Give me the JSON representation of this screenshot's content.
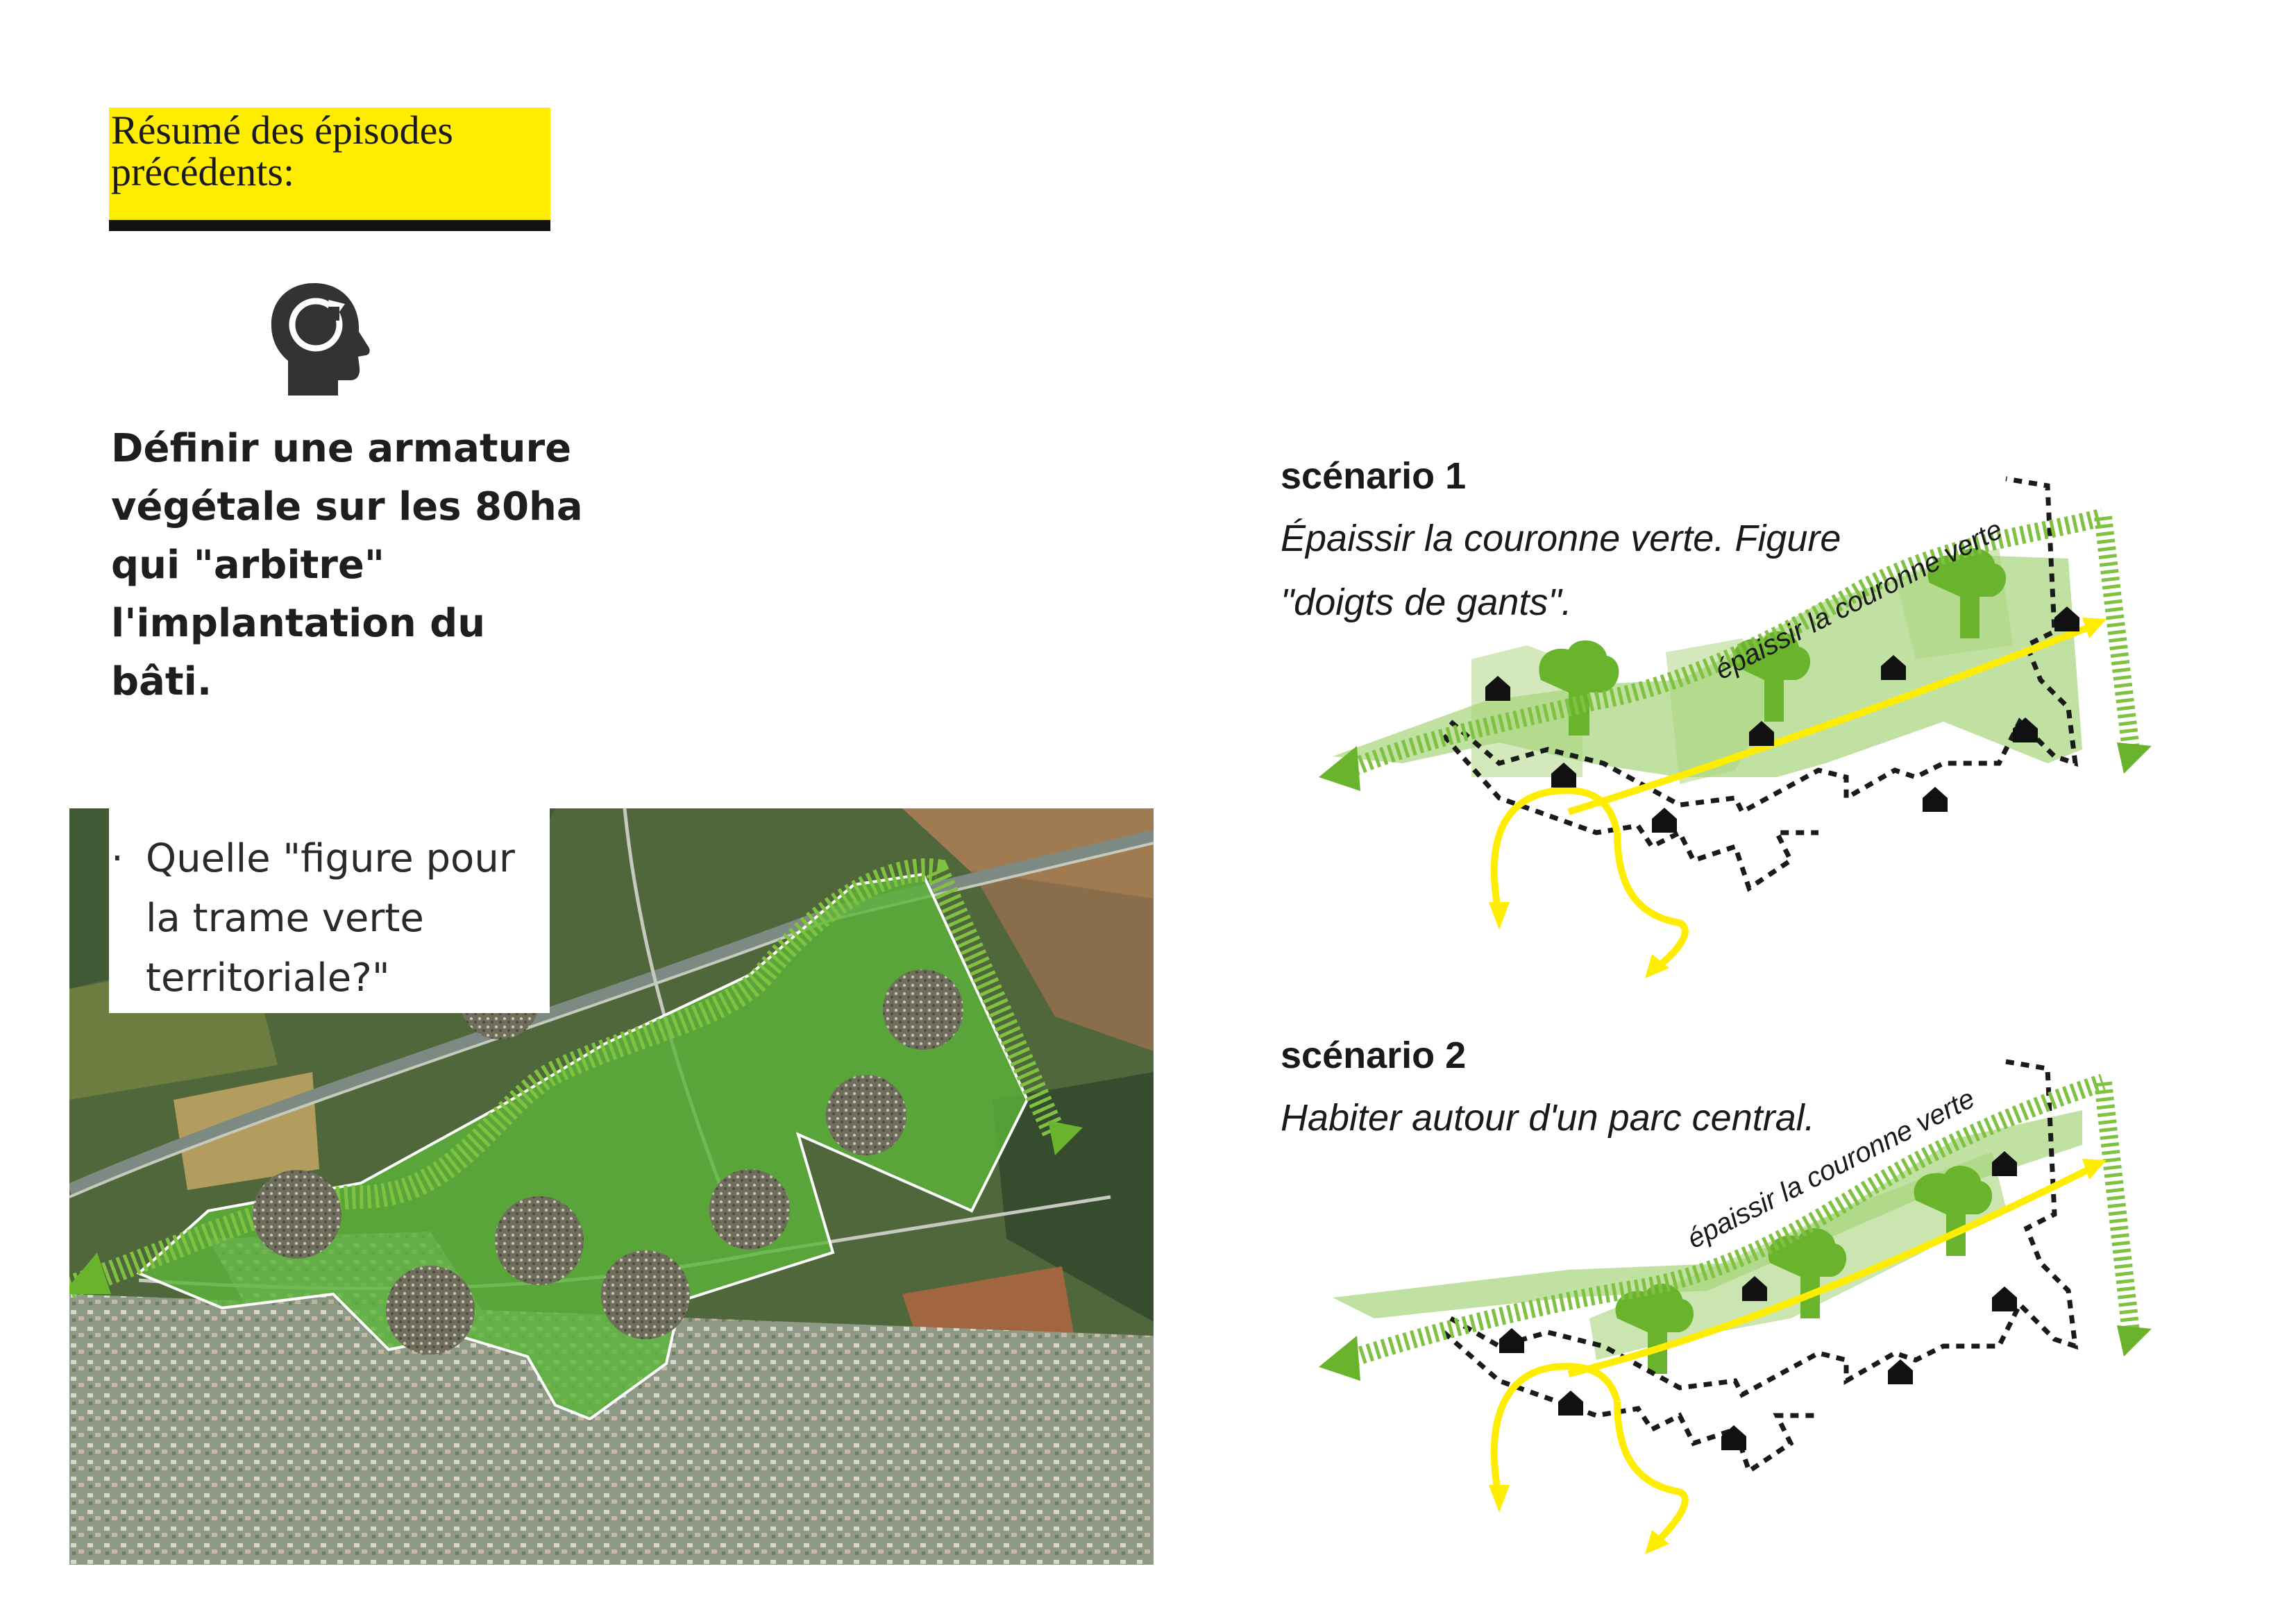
{
  "summary": {
    "title": "Résumé des épisodes précédents:"
  },
  "main_statement": {
    "text": "Définir une armature végétale sur les 80ha qui \"arbitre\" l'implantation du bâti."
  },
  "question": {
    "bullet": "·",
    "text": "Quelle \"figure pour la trame verte territoriale?\""
  },
  "scenarios": [
    {
      "title": "scénario 1",
      "description": "Épaissir la couronne verte. Figure \"doigts de gants\".",
      "diagram_label": "épaissir la couronne verte"
    },
    {
      "title": "scénario 2",
      "description": "Habiter autour d'un parc central.",
      "diagram_label": "épaissir la couronne verte"
    }
  ],
  "colors": {
    "highlight": "#ffed00",
    "green": "#6ab42d",
    "light_green": "#a7d47a",
    "yellow_path": "#ffed00",
    "dark": "#111111"
  },
  "icons": [
    "head-refresh-icon",
    "house-icon",
    "tree-icon",
    "arrow-icon"
  ]
}
